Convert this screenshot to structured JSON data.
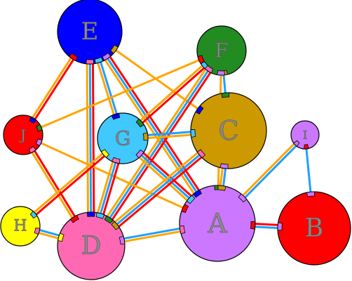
{
  "diagram": {
    "palette": {
      "red": "#ff0000",
      "blue": "#1ea0ff",
      "orange": "#ffa500",
      "darkblue": "#0000cc",
      "pink": "#ff69b4",
      "green": "#006400",
      "yellow": "#ffff00",
      "outline": "#000000"
    },
    "nodes": [
      {
        "id": "E",
        "label": "E",
        "color": "#0000ff"
      },
      {
        "id": "F",
        "label": "F",
        "color": "#228b22"
      },
      {
        "id": "J",
        "label": "J",
        "color": "#ff0000"
      },
      {
        "id": "G",
        "label": "G",
        "color": "#40c8ff"
      },
      {
        "id": "C",
        "label": "C",
        "color": "#cc9900"
      },
      {
        "id": "I",
        "label": "I",
        "color": "#cc77ff"
      },
      {
        "id": "H",
        "label": "H",
        "color": "#ffff00"
      },
      {
        "id": "D",
        "label": "D",
        "color": "#ff69b4"
      },
      {
        "id": "A",
        "label": "A",
        "color": "#cc77ff"
      },
      {
        "id": "B",
        "label": "B",
        "color": "#ff0000"
      }
    ],
    "edges": [
      {
        "from": "E",
        "to": "J",
        "colors": [
          "red",
          "orange"
        ]
      },
      {
        "from": "E",
        "to": "D",
        "colors": [
          "red",
          "blue",
          "orange"
        ]
      },
      {
        "from": "E",
        "to": "G",
        "colors": [
          "blue",
          "orange"
        ]
      },
      {
        "from": "E",
        "to": "A",
        "colors": [
          "red",
          "blue",
          "orange"
        ]
      },
      {
        "from": "E",
        "to": "C",
        "colors": [
          "orange"
        ]
      },
      {
        "from": "F",
        "to": "G",
        "colors": [
          "red",
          "orange"
        ]
      },
      {
        "from": "F",
        "to": "D",
        "colors": [
          "red",
          "blue",
          "orange"
        ]
      },
      {
        "from": "F",
        "to": "C",
        "colors": [
          "blue"
        ]
      },
      {
        "from": "F",
        "to": "A",
        "colors": [
          "orange"
        ]
      },
      {
        "from": "F",
        "to": "J",
        "colors": [
          "orange"
        ]
      },
      {
        "from": "J",
        "to": "D",
        "colors": [
          "red",
          "orange"
        ]
      },
      {
        "from": "J",
        "to": "A",
        "colors": [
          "orange"
        ]
      },
      {
        "from": "G",
        "to": "D",
        "colors": [
          "red",
          "blue",
          "orange"
        ]
      },
      {
        "from": "G",
        "to": "H",
        "colors": [
          "red",
          "orange"
        ]
      },
      {
        "from": "G",
        "to": "A",
        "colors": [
          "red",
          "blue",
          "orange"
        ]
      },
      {
        "from": "G",
        "to": "C",
        "colors": [
          "blue",
          "orange"
        ]
      },
      {
        "from": "C",
        "to": "D",
        "colors": [
          "red",
          "blue",
          "orange"
        ]
      },
      {
        "from": "C",
        "to": "A",
        "colors": [
          "blue",
          "orange"
        ]
      },
      {
        "from": "I",
        "to": "A",
        "colors": [
          "blue",
          "orange"
        ]
      },
      {
        "from": "I",
        "to": "B",
        "colors": [
          "blue"
        ]
      },
      {
        "from": "H",
        "to": "D",
        "colors": [
          "blue",
          "orange"
        ]
      },
      {
        "from": "D",
        "to": "A",
        "colors": [
          "blue",
          "orange"
        ]
      },
      {
        "from": "A",
        "to": "B",
        "colors": [
          "red",
          "blue"
        ]
      }
    ]
  }
}
